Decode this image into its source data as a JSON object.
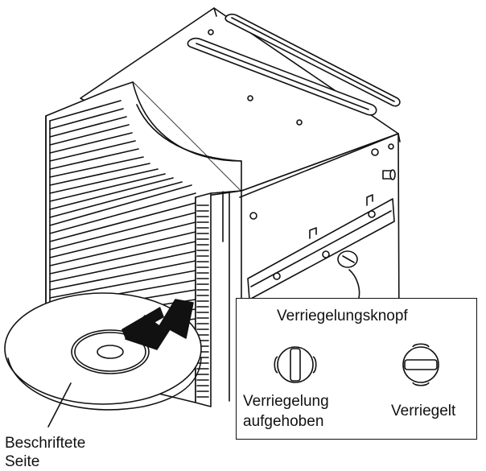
{
  "labels": {
    "callout_title": "Verriegelungsknopf",
    "unlocked_line1": "Verriegelung",
    "unlocked_line2": "aufgehoben",
    "locked": "Verriegelt",
    "disc_side_line1": "Beschriftete",
    "disc_side_line2": "Seite"
  },
  "icons": {
    "insert_arrow": "arrow-icon",
    "knob_unlocked": "knob-vertical-slot-icon",
    "knob_locked": "knob-horizontal-slot-icon"
  }
}
